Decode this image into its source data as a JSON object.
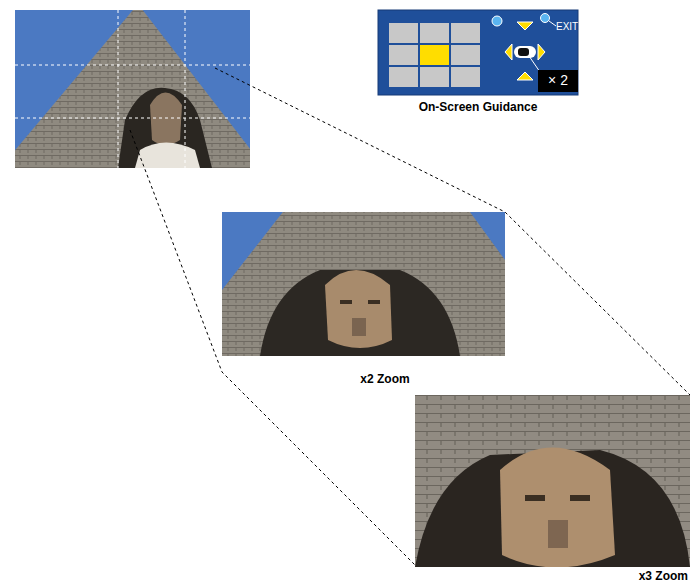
{
  "diagram": {
    "labels": [
      "EXIT",
      "× 2",
      "On-Screen Guidance",
      "x2 Zoom",
      "x3 Zoom"
    ]
  }
}
